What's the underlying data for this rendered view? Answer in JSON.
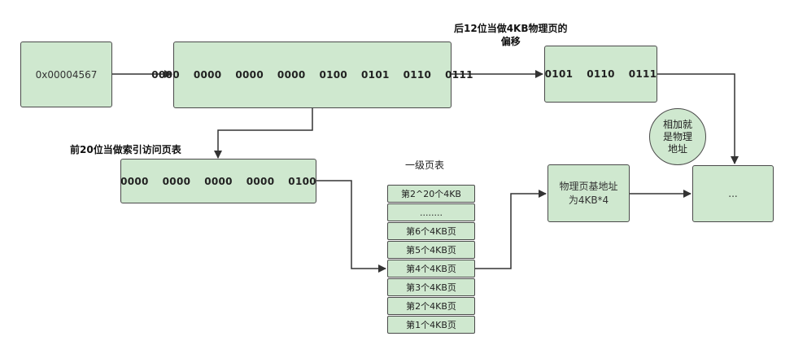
{
  "address_box": "0x00004567",
  "binary_box": "0000  0000  0000  0000  0100  0101  0110  0111",
  "offset_box": "0101  0110  0111",
  "index_box": "0000  0000  0000  0000  0100",
  "offset_label_line1": "后12位当做4KB物理页的",
  "offset_label_line2": "偏移",
  "index_label": "前20位当做索引访问页表",
  "page_table_title": "一级页表",
  "page_table_entries": [
    "第2^20个4KB",
    "........",
    "第6个4KB页",
    "第5个4KB页",
    "第4个4KB页",
    "第3个4KB页",
    "第2个4KB页",
    "第1个4KB页"
  ],
  "phys_base_line1": "物理页基地址",
  "phys_base_line2": "为4KB*4",
  "add_circle_line1": "相加就",
  "add_circle_line2": "是物理",
  "add_circle_line3": "地址",
  "result_box": "..."
}
